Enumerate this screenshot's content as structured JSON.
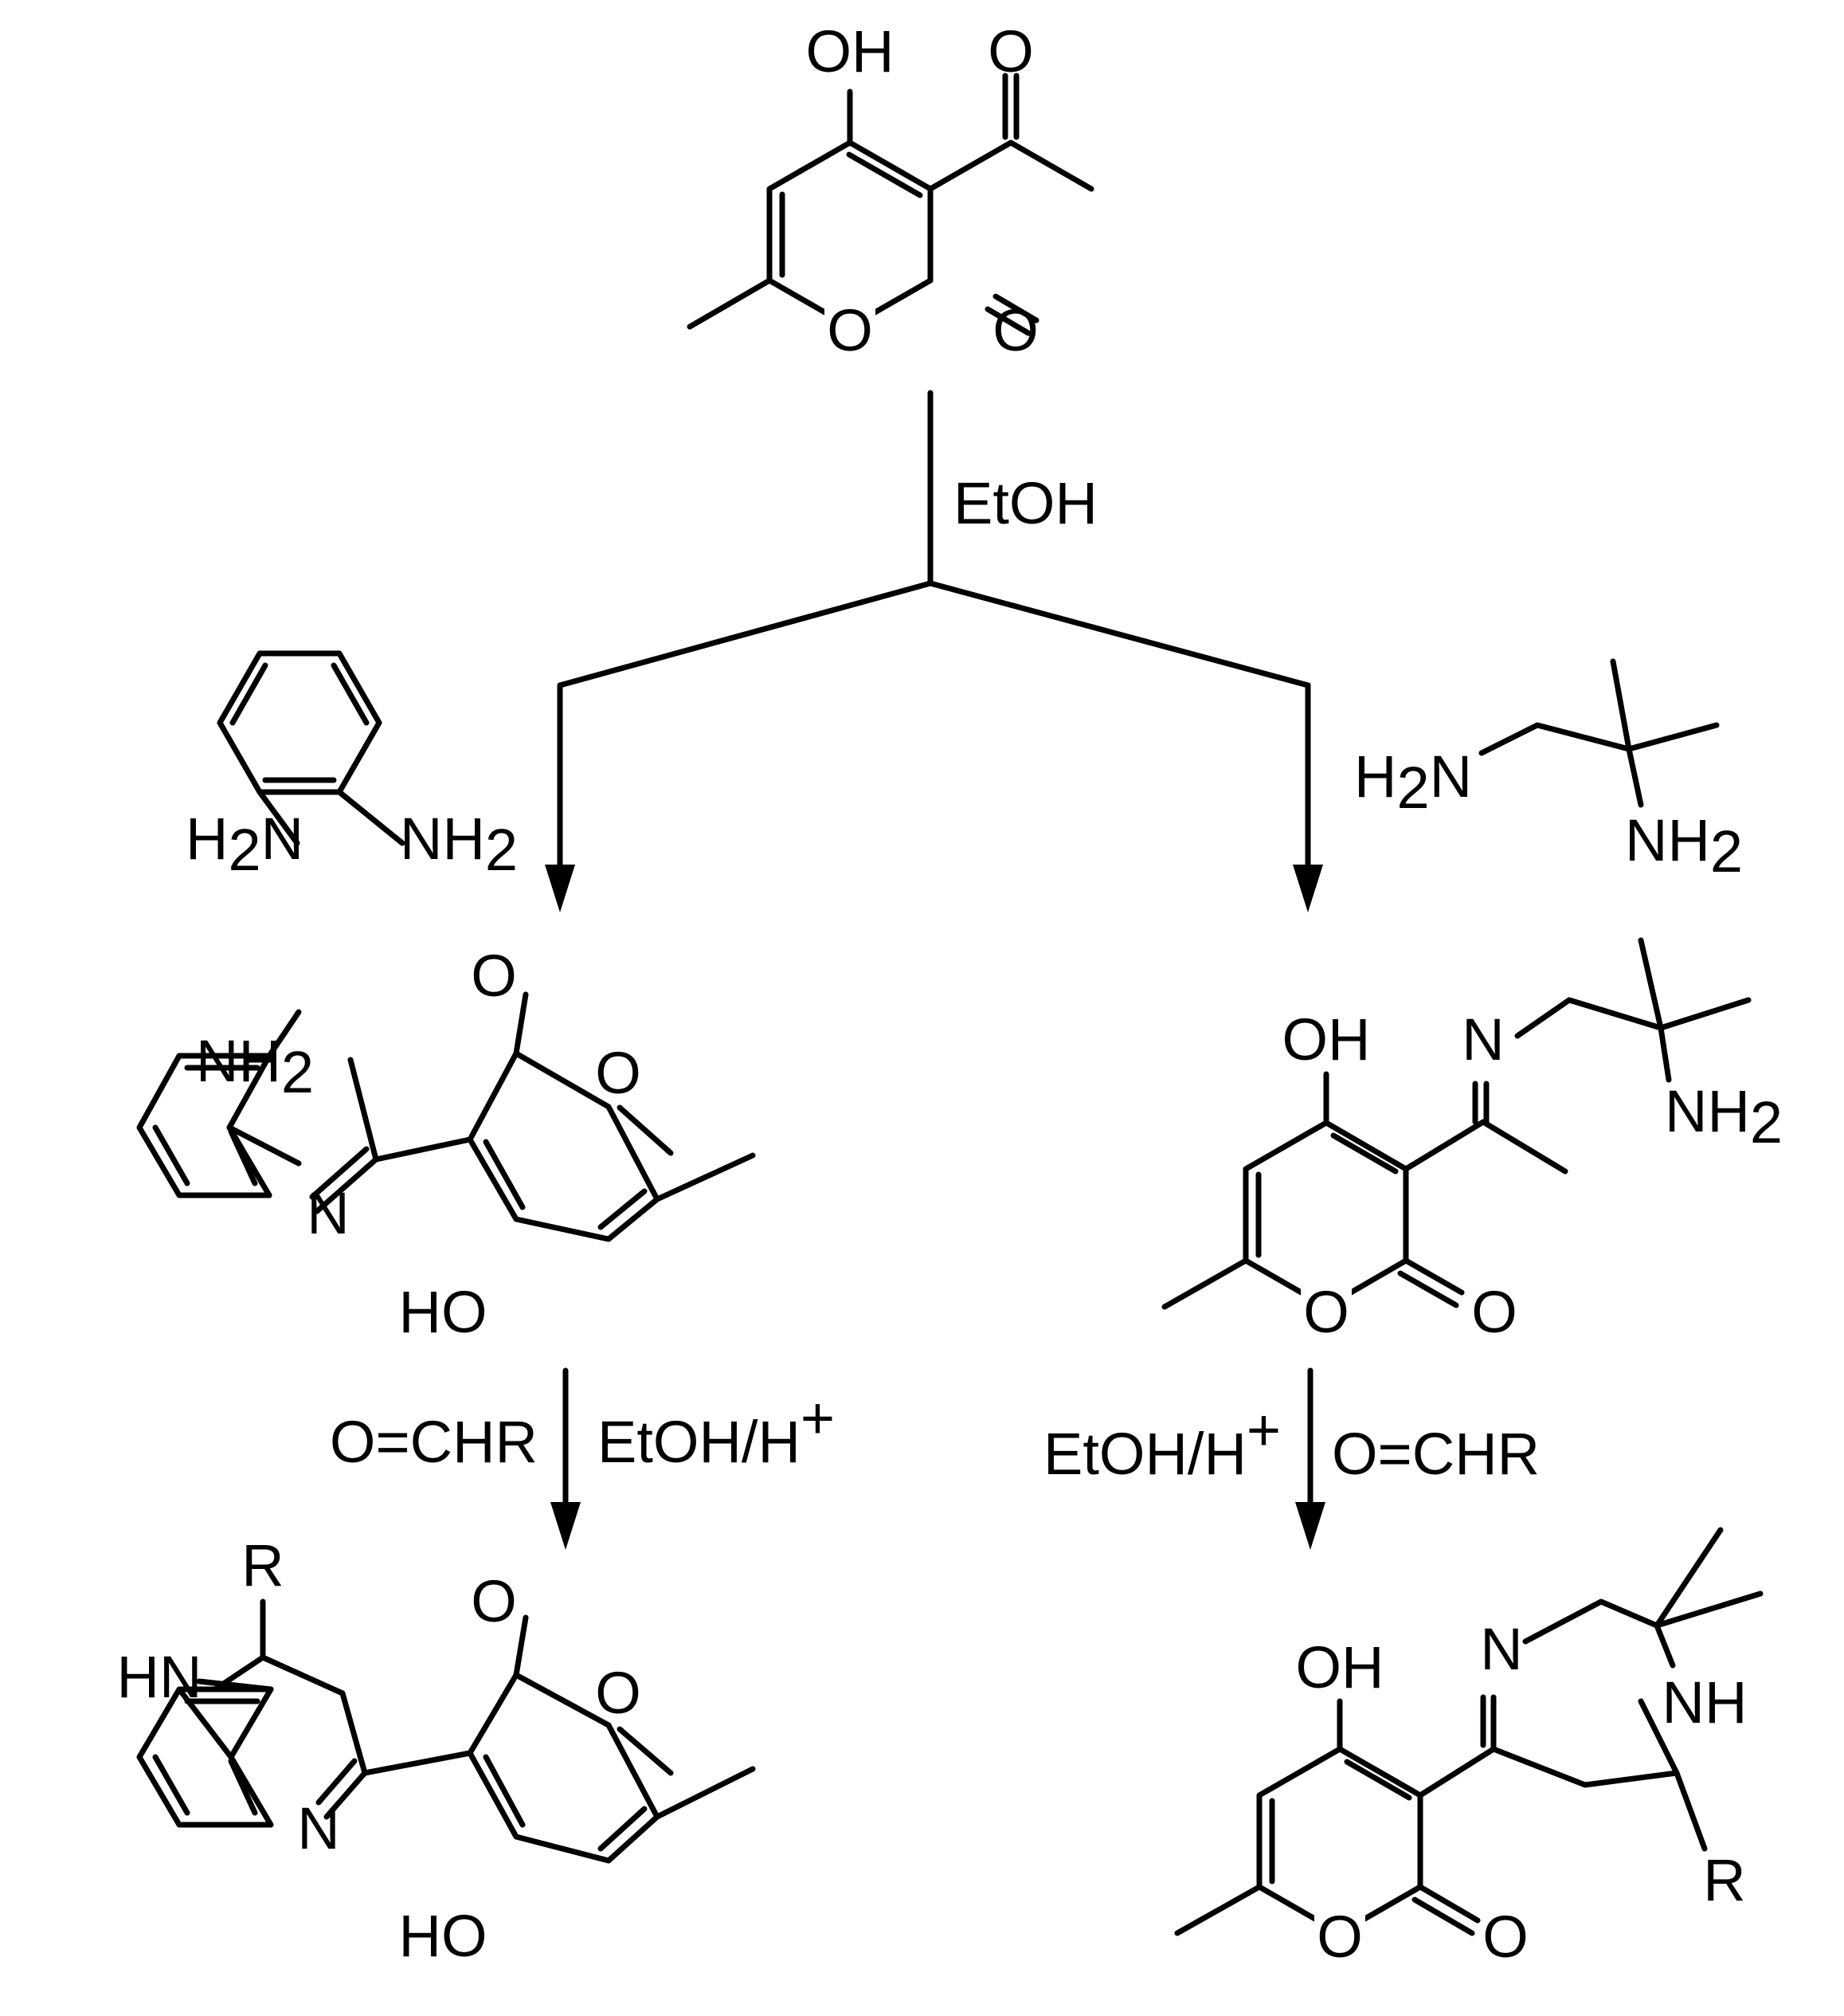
{
  "colors": {
    "ink": "#000000",
    "background": "#ffffff"
  },
  "reagents": {
    "step1": "EtOH",
    "step2_left_aldehyde": "O=CHR",
    "step2_left_solvent": "EtOH/H",
    "step2_right_solvent": "EtOH/H",
    "step2_right_aldehyde": "O=CHR",
    "acid_charge": "+"
  },
  "atom_labels": {
    "oh": "OH",
    "ho": "HO",
    "o": "O",
    "n": "N",
    "hn": "HN",
    "nh": "NH",
    "r": "R",
    "h": "H",
    "n_letter": "N",
    "nh_prefix": "NH",
    "sub2": "2"
  }
}
